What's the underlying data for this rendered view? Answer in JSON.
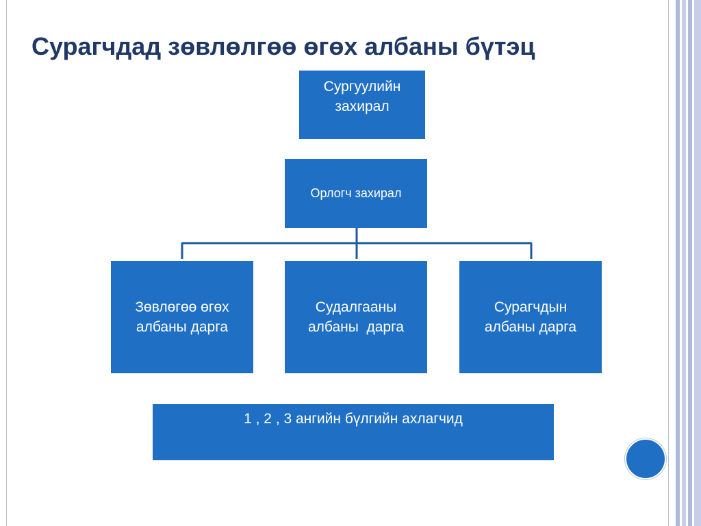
{
  "title": "Сурагчдад зөвлөлгөө өгөх албаны бүтэц",
  "nodes": {
    "principal": "Сургуулийн захирал",
    "deputy": "Орлогч захирал",
    "counsel_head": "Зөвлөгөө өгөх албаны дарга",
    "research_head": "Судалгааны албаны  дарга",
    "student_head": "Сурагчдын албаны дарга",
    "class_leaders": "1 , 2 , 3 ангийн бүлгийн ахлагчид"
  },
  "colors": {
    "box_fill": "#1f6fc5",
    "connector": "#1f5aa0",
    "title": "#1f3864"
  }
}
